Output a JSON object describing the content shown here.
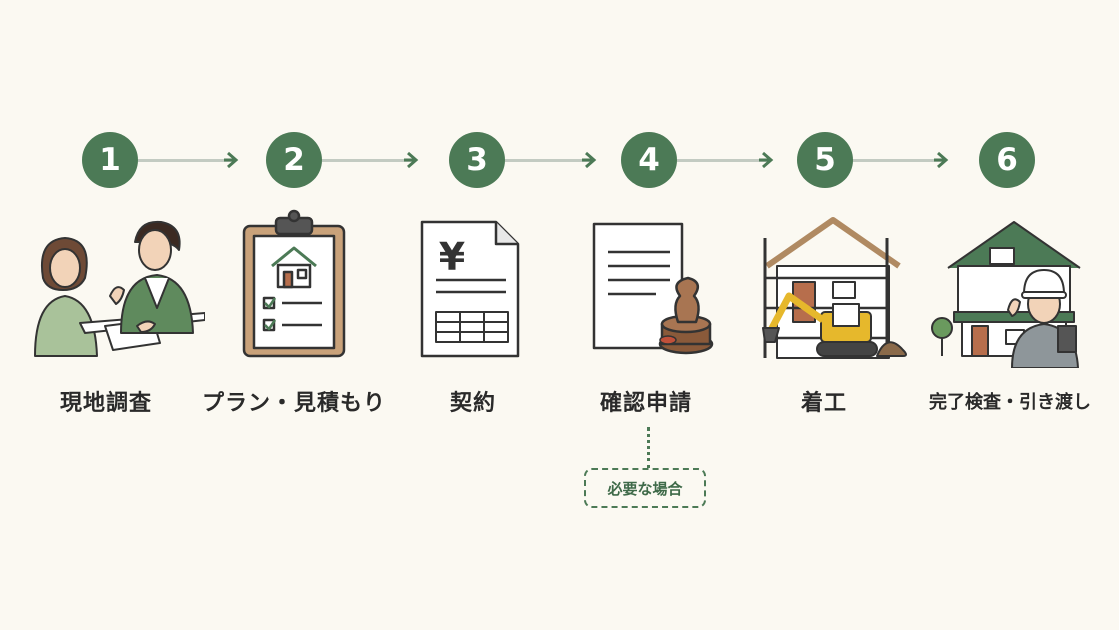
{
  "steps": [
    {
      "number": "1",
      "label": "現地調査",
      "icon": "consultation-icon"
    },
    {
      "number": "2",
      "label": "プラン・見積もり",
      "icon": "clipboard-plan-icon"
    },
    {
      "number": "3",
      "label": "契約",
      "icon": "yen-contract-icon"
    },
    {
      "number": "4",
      "label": "確認申請",
      "icon": "document-stamp-icon"
    },
    {
      "number": "5",
      "label": "着工",
      "icon": "construction-excavator-icon"
    },
    {
      "number": "6",
      "label": "完了検査・引き渡し",
      "icon": "handover-inspector-icon"
    }
  ],
  "note": {
    "label": "必要な場合",
    "attached_to_step": "4"
  },
  "colors": {
    "accent_green": "#4c7a56",
    "connector": "#c3cbc2",
    "background": "#fbf9f2",
    "label_text": "#2a2a2a"
  },
  "icons": {
    "yen_symbol": "¥"
  }
}
